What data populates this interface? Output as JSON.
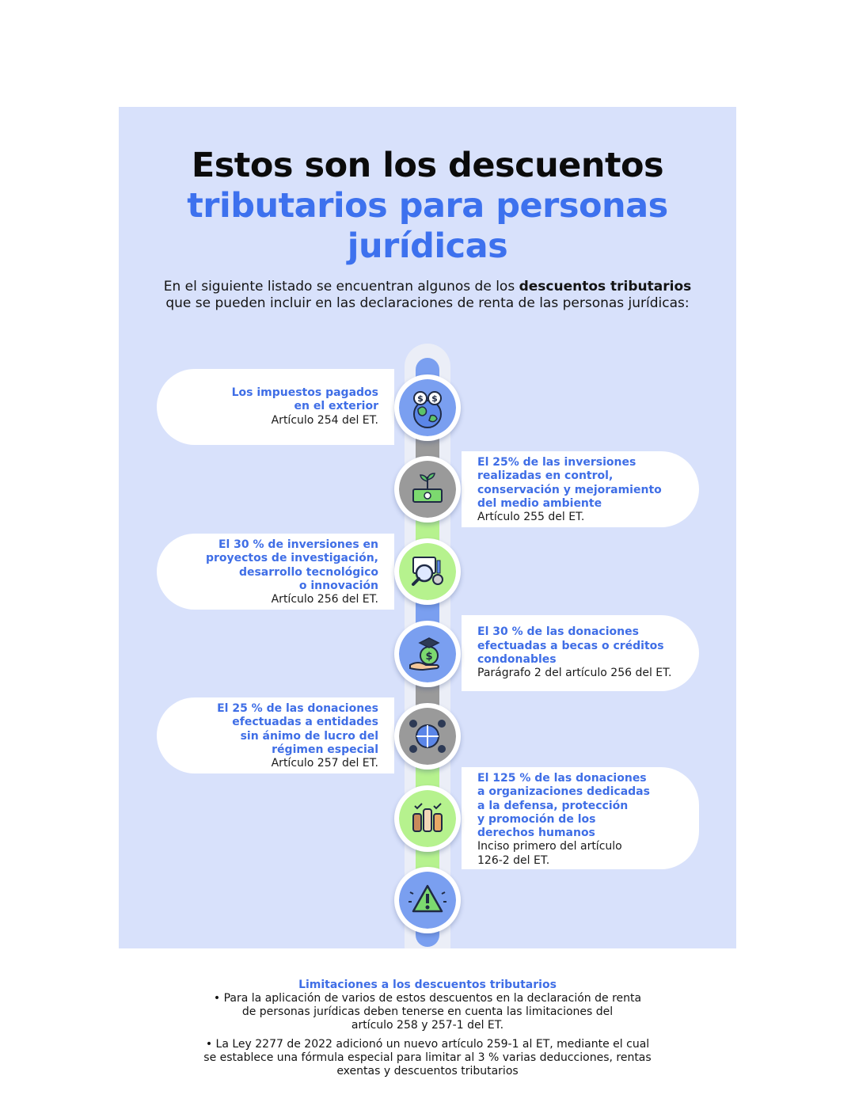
{
  "title": {
    "line1": "Estos son los descuentos",
    "line2": "tributarios para personas",
    "line3": "jurídicas"
  },
  "intro": {
    "part1": "En el siguiente listado se encuentran algunos de los ",
    "bold": "descuentos tributarios",
    "part2": "que se pueden incluir en las declaraciones de renta de las personas jurídicas:"
  },
  "items": [
    {
      "lines": [
        "Los impuestos pagados",
        "en el exterior"
      ],
      "ref": [
        "Artículo 254 del ET."
      ],
      "icon": "globe-money-icon",
      "color": "#7a9ff0"
    },
    {
      "lines": [
        "El 25% de las inversiones",
        "realizadas en control,",
        "conservación y mejoramiento",
        "del medio ambiente"
      ],
      "ref": [
        "Artículo 255 del ET."
      ],
      "icon": "plant-money-icon",
      "color": "#9a9a9a"
    },
    {
      "lines": [
        "El 30 % de inversiones en",
        "proyectos de investigación,",
        "desarrollo tecnológico",
        "o innovación"
      ],
      "ref": [
        "Artículo 256 del ET."
      ],
      "icon": "research-magnifier-icon",
      "color": "#b6f28e"
    },
    {
      "lines": [
        "El 30 % de las donaciones",
        "efectuadas a becas o créditos",
        "condonables"
      ],
      "ref": [
        "Parágrafo 2 del artículo 256 del ET."
      ],
      "icon": "scholarship-money-hand-icon",
      "color": "#7a9ff0"
    },
    {
      "lines": [
        "El 25 % de las donaciones",
        "efectuadas a entidades",
        "sin ánimo de lucro del",
        "régimen especial"
      ],
      "ref": [
        "Artículo 257 del ET."
      ],
      "icon": "puzzle-people-icon",
      "color": "#9a9a9a"
    },
    {
      "lines": [
        "El 125 % de las donaciones",
        "a organizaciones dedicadas",
        "a la defensa, protección",
        "y promoción de los",
        "derechos humanos"
      ],
      "ref": [
        "Inciso primero del artículo",
        "126-2 del ET."
      ],
      "icon": "raised-fists-icon",
      "color": "#b6f28e"
    },
    {
      "lines": [],
      "ref": [],
      "icon": "warning-alert-icon",
      "color": "#7a9ff0"
    }
  ],
  "limitations": {
    "title": "Limitaciones a los descuentos tributarios",
    "bullet1": [
      "• Para la aplicación de varios de estos descuentos en la declaración de renta",
      "de personas jurídicas deben tenerse en cuenta las limitaciones del",
      "artículo 258 y 257-1 del ET."
    ],
    "bullet2": [
      "• La Ley 2277 de 2022 adicionó un nuevo artículo 259-1 al ET, mediante el cual",
      "se establece una fórmula especial para limitar al 3 % varias deducciones, rentas",
      "exentas y descuentos tributarios"
    ]
  },
  "colors": {
    "accent": "#3f6ee6",
    "panel": "#d8e1fb",
    "green": "#b6f28e",
    "gray": "#9a9a9a",
    "blue": "#7a9ff0"
  }
}
